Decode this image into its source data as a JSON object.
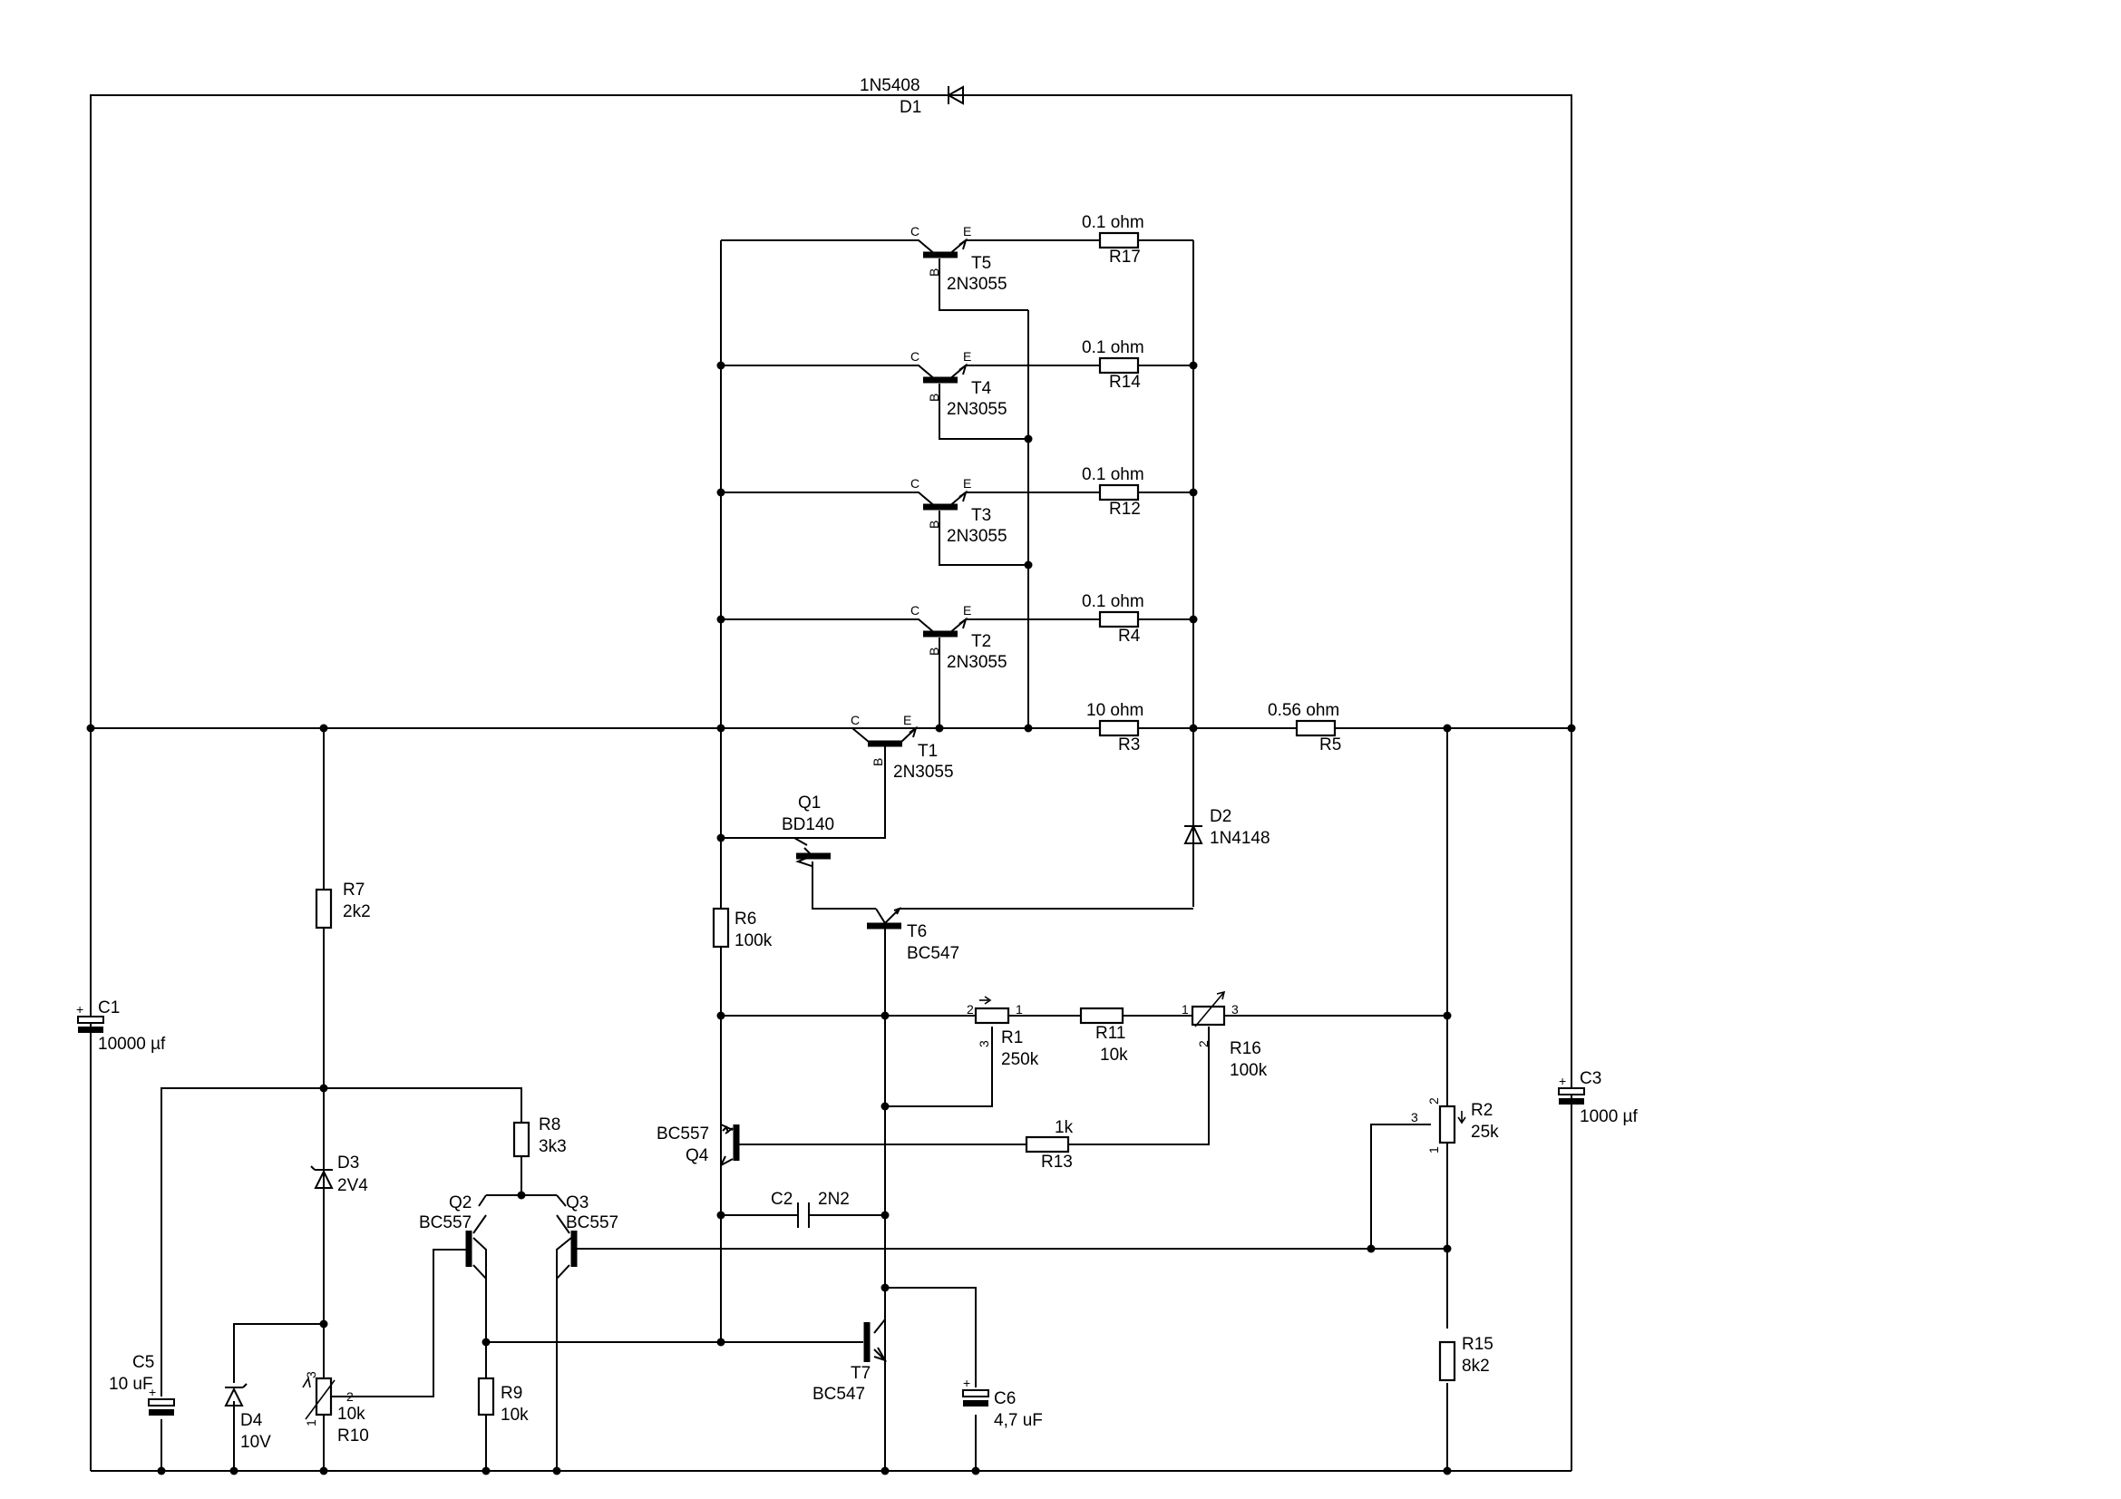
{
  "components": {
    "D1": {
      "ref": "D1",
      "value": "1N5408"
    },
    "D2": {
      "ref": "D2",
      "value": "1N4148"
    },
    "D3": {
      "ref": "D3",
      "value": "2V4"
    },
    "D4": {
      "ref": "D4",
      "value": "10V"
    },
    "T1": {
      "ref": "T1",
      "value": "2N3055"
    },
    "T2": {
      "ref": "T2",
      "value": "2N3055"
    },
    "T3": {
      "ref": "T3",
      "value": "2N3055"
    },
    "T4": {
      "ref": "T4",
      "value": "2N3055"
    },
    "T5": {
      "ref": "T5",
      "value": "2N3055"
    },
    "T6": {
      "ref": "T6",
      "value": "BC547"
    },
    "T7": {
      "ref": "T7",
      "value": "BC547"
    },
    "Q1": {
      "ref": "Q1",
      "value": "BD140"
    },
    "Q2": {
      "ref": "Q2",
      "value": "BC557"
    },
    "Q3": {
      "ref": "Q3",
      "value": "BC557"
    },
    "Q4": {
      "ref": "Q4",
      "value": "BC557"
    },
    "R1": {
      "ref": "R1",
      "value": "250k"
    },
    "R2": {
      "ref": "R2",
      "value": "25k"
    },
    "R3": {
      "ref": "R3",
      "value": "10 ohm"
    },
    "R4": {
      "ref": "R4",
      "value": "0.1 ohm"
    },
    "R5": {
      "ref": "R5",
      "value": "0.56 ohm"
    },
    "R6": {
      "ref": "R6",
      "value": "100k"
    },
    "R7": {
      "ref": "R7",
      "value": "2k2"
    },
    "R8": {
      "ref": "R8",
      "value": "3k3"
    },
    "R9": {
      "ref": "R9",
      "value": "10k"
    },
    "R10": {
      "ref": "R10",
      "value": "10k"
    },
    "R11": {
      "ref": "R11",
      "value": "10k"
    },
    "R12": {
      "ref": "R12",
      "value": "0.1 ohm"
    },
    "R13": {
      "ref": "R13",
      "value": "1k"
    },
    "R14": {
      "ref": "R14",
      "value": "0.1 ohm"
    },
    "R15": {
      "ref": "R15",
      "value": "8k2"
    },
    "R16": {
      "ref": "R16",
      "value": "100k"
    },
    "R17": {
      "ref": "R17",
      "value": "0.1 ohm"
    },
    "C1": {
      "ref": "C1",
      "value": "10000 µf"
    },
    "C2": {
      "ref": "C2",
      "value": "2N2"
    },
    "C3": {
      "ref": "C3",
      "value": "1000 µf"
    },
    "C5": {
      "ref": "C5",
      "value": "10 uF"
    },
    "C6": {
      "ref": "C6",
      "value": "4,7 uF"
    }
  },
  "pins": {
    "c": "C",
    "e": "E",
    "b": "B",
    "p1": "1",
    "p2": "2",
    "p3": "3",
    "plus": "+"
  }
}
